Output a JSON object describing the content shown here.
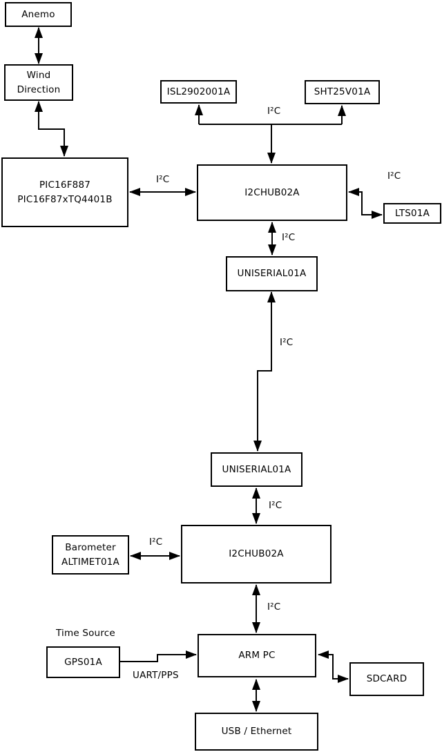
{
  "diagram": {
    "background": "#ffffff",
    "stroke": "#000000",
    "nodes": {
      "anemo": {
        "label": "Anemo"
      },
      "wind_direction": {
        "line1": "Wind",
        "line2": "Direction"
      },
      "pic": {
        "line1": "PIC16F887",
        "line2": "PIC16F87xTQ4401B"
      },
      "isl": {
        "label": "ISL2902001A"
      },
      "sht": {
        "label": "SHT25V01A"
      },
      "i2chub_top": {
        "label": "I2CHUB02A"
      },
      "lts": {
        "label": "LTS01A"
      },
      "uniserial_top": {
        "label": "UNISERIAL01A"
      },
      "uniserial_bottom": {
        "label": "UNISERIAL01A"
      },
      "i2chub_bottom": {
        "label": "I2CHUB02A"
      },
      "barometer": {
        "line1": "Barometer",
        "line2": "ALTIMET01A"
      },
      "gps": {
        "label": "GPS01A"
      },
      "arm_pc": {
        "label": "ARM PC"
      },
      "sdcard": {
        "label": "SDCARD"
      },
      "usb_ethernet": {
        "label": "USB / Ethernet"
      }
    },
    "edge_labels": {
      "bus_top": "I²C",
      "pic_hub": "I²C",
      "hub_lts": "I²C",
      "hub_uniserial": "I²C",
      "long_link": "I²C",
      "uniserial_hub": "I²C",
      "barometer_hub": "I²C",
      "hub_armpc": "I²C",
      "time_source": "Time Source",
      "uart_pps": "UART/PPS"
    }
  }
}
